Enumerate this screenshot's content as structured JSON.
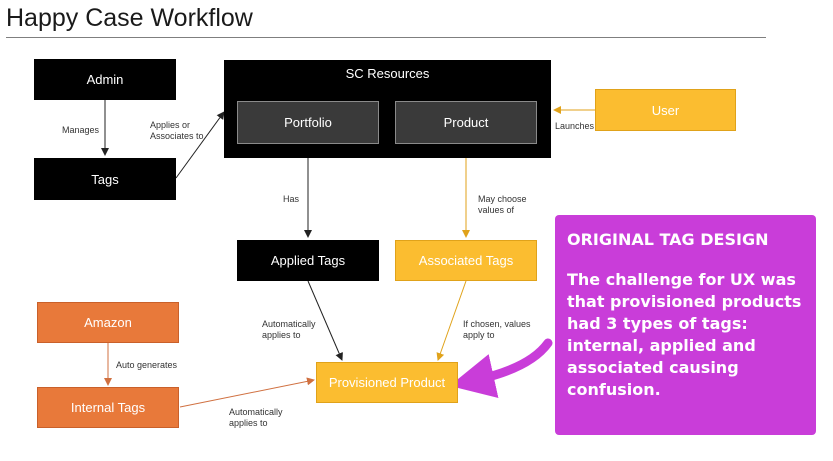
{
  "title": "Happy Case Workflow",
  "nodes": {
    "admin": "Admin",
    "tags": "Tags",
    "sc_resources": "SC Resources",
    "portfolio": "Portfolio",
    "product": "Product",
    "user": "User",
    "applied_tags": "Applied Tags",
    "associated_tags": "Associated Tags",
    "amazon": "Amazon",
    "internal_tags": "Internal Tags",
    "provisioned_product": "Provisioned Product"
  },
  "edge_labels": {
    "manages": "Manages",
    "applies_or_associates_to": "Applies or\nAssociates to",
    "launches": "Launches",
    "has": "Has",
    "may_choose_values_of": "May choose\nvalues of",
    "auto_generates": "Auto generates",
    "automatically_applies_to_1": "Automatically\napplies to",
    "if_chosen_values_apply_to": "If chosen, values\napply to",
    "automatically_applies_to_2": "Automatically\napplies to"
  },
  "callout": {
    "heading": "ORIGINAL TAG DESIGN",
    "body": "The challenge for UX was that provisioned products had 3 types of tags: internal, applied and associated causing confusion."
  },
  "colors": {
    "black": "#000000",
    "yellow": "#fbbd30",
    "orange": "#e8793a",
    "callout": "#c93dd9"
  }
}
